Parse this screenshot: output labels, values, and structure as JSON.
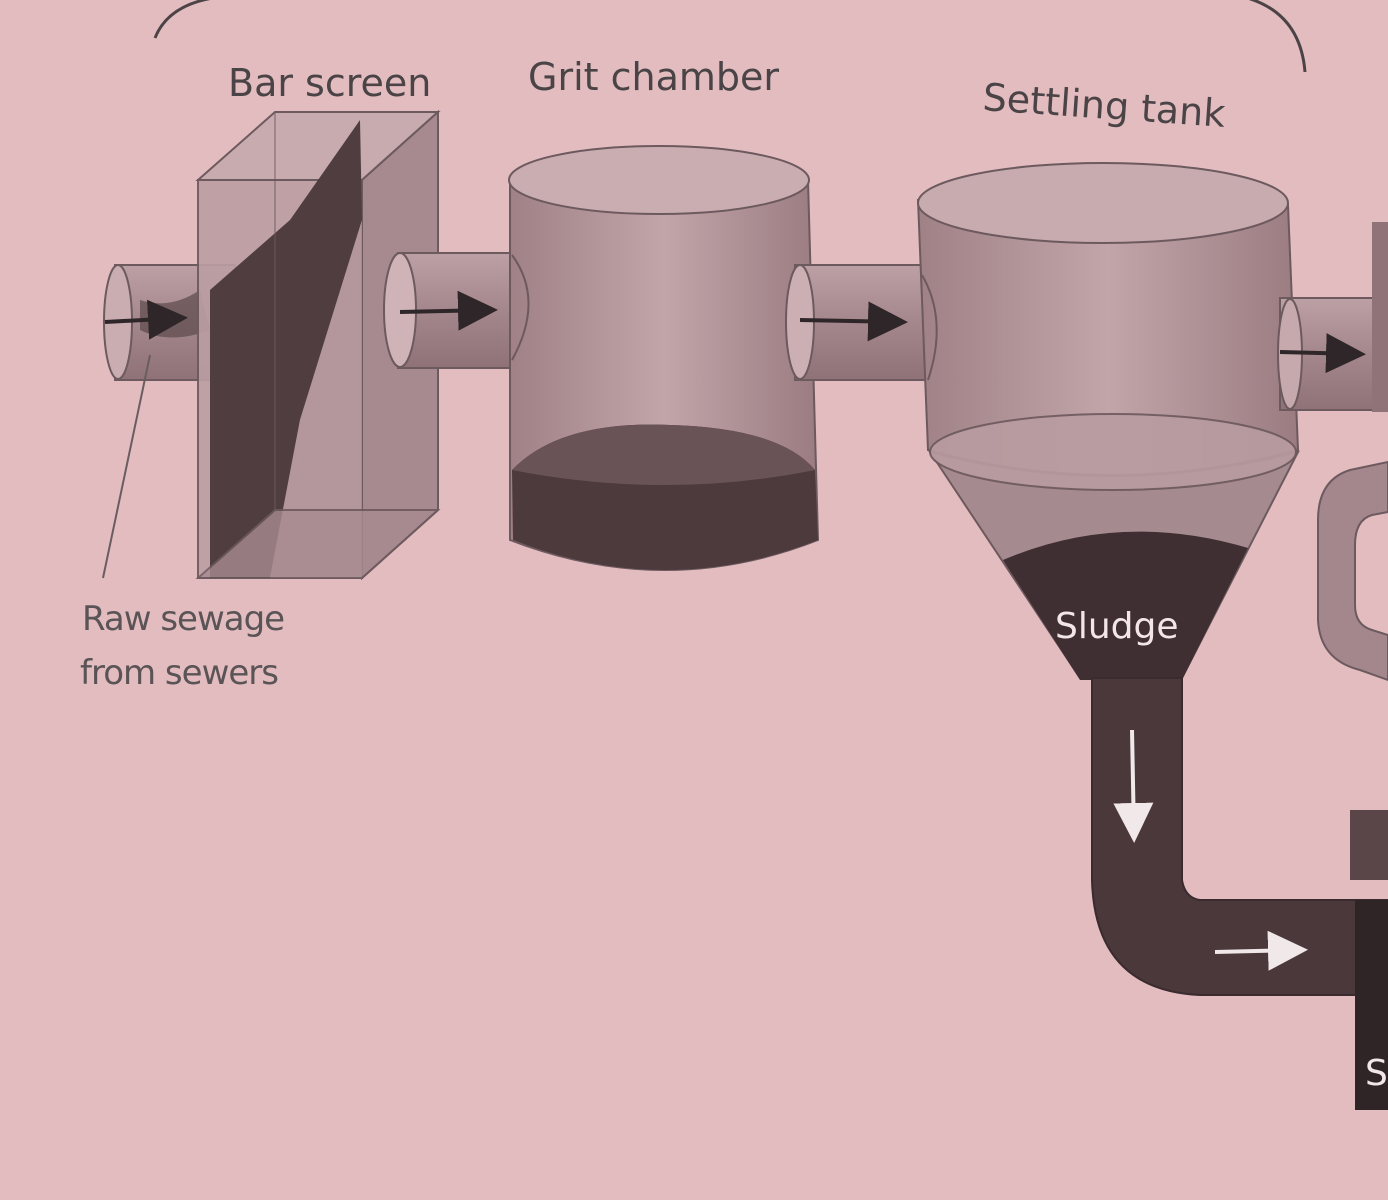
{
  "labels": {
    "bar_screen": "Bar screen",
    "grit_chamber": "Grit chamber",
    "settling_tank": "Settling tank",
    "raw_sewage_line1": "Raw sewage",
    "raw_sewage_line2": "from sewers",
    "sludge": "Sludge",
    "cut_off_label": "S"
  },
  "colors": {
    "page": "#e3bcc0",
    "tank_body": "#b3969a",
    "tank_dark": "#5a4548",
    "pipe": "#a88b90",
    "sludge_dark": "#3f2f32",
    "ink": "#2e2628"
  }
}
